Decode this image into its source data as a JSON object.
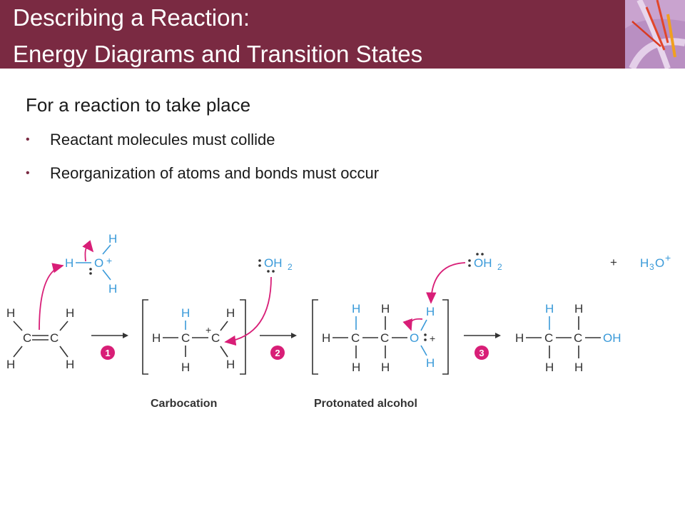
{
  "slide": {
    "title_line1": "Describing a Reaction:",
    "title_line2": "Energy Diagrams and Transition States",
    "heading": "For a reaction to take place",
    "bullets": [
      "Reactant molecules must collide",
      "Reorganization of atoms and bonds must occur"
    ]
  },
  "diagram": {
    "atoms": {
      "H": "H",
      "C": "C",
      "O": "O",
      "OH": "OH",
      "OH2": "OH",
      "two": "2",
      "H3O": "H",
      "three": "3",
      "O_plain": "O"
    },
    "charges": {
      "plus": "+"
    },
    "steps": [
      "1",
      "2",
      "3"
    ],
    "labels": {
      "carbocation": "Carbocation",
      "protonated_alcohol": "Protonated alcohol"
    },
    "colors": {
      "accent": "#7a2a42",
      "arrow": "#d81e77",
      "highlight": "#3a9ad9",
      "text": "#333333"
    }
  }
}
